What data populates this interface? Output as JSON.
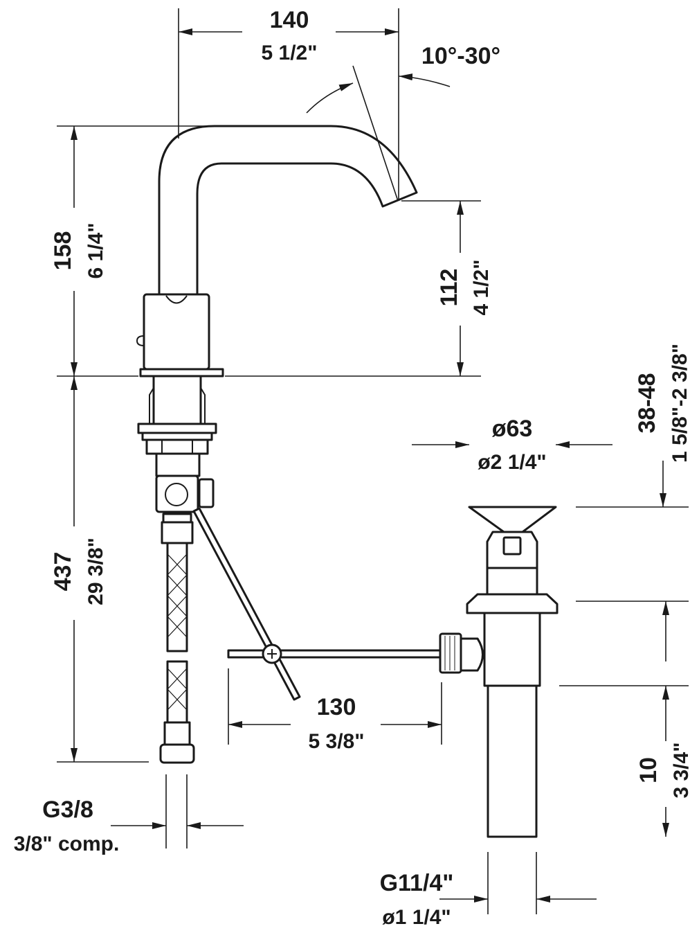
{
  "dimensions": {
    "spout_reach": {
      "mm": "140",
      "inch": "5 1/2\""
    },
    "swivel_angle": "10°-30°",
    "spout_height": {
      "mm": "158",
      "inch": "6 1/4\""
    },
    "outlet_height": {
      "mm": "112",
      "inch": "4 1/2\""
    },
    "overall_length": {
      "mm": "437",
      "inch": "29 3/8\""
    },
    "drain_diameter": {
      "mm": "ø63",
      "inch": "ø2 1/4\""
    },
    "drain_height": {
      "mm": "38-48",
      "inch": "1 5/8\"-2 3/8\""
    },
    "rod_length": {
      "mm": "130",
      "inch": "5 3/8\""
    },
    "tail_length": {
      "mm": "10",
      "inch": "3 3/4\""
    },
    "supply_connection": {
      "thread": "G3/8",
      "inch": "3/8\" comp."
    },
    "drain_connection": {
      "thread": "G11/4\"",
      "inch": "ø1 1/4\""
    }
  }
}
